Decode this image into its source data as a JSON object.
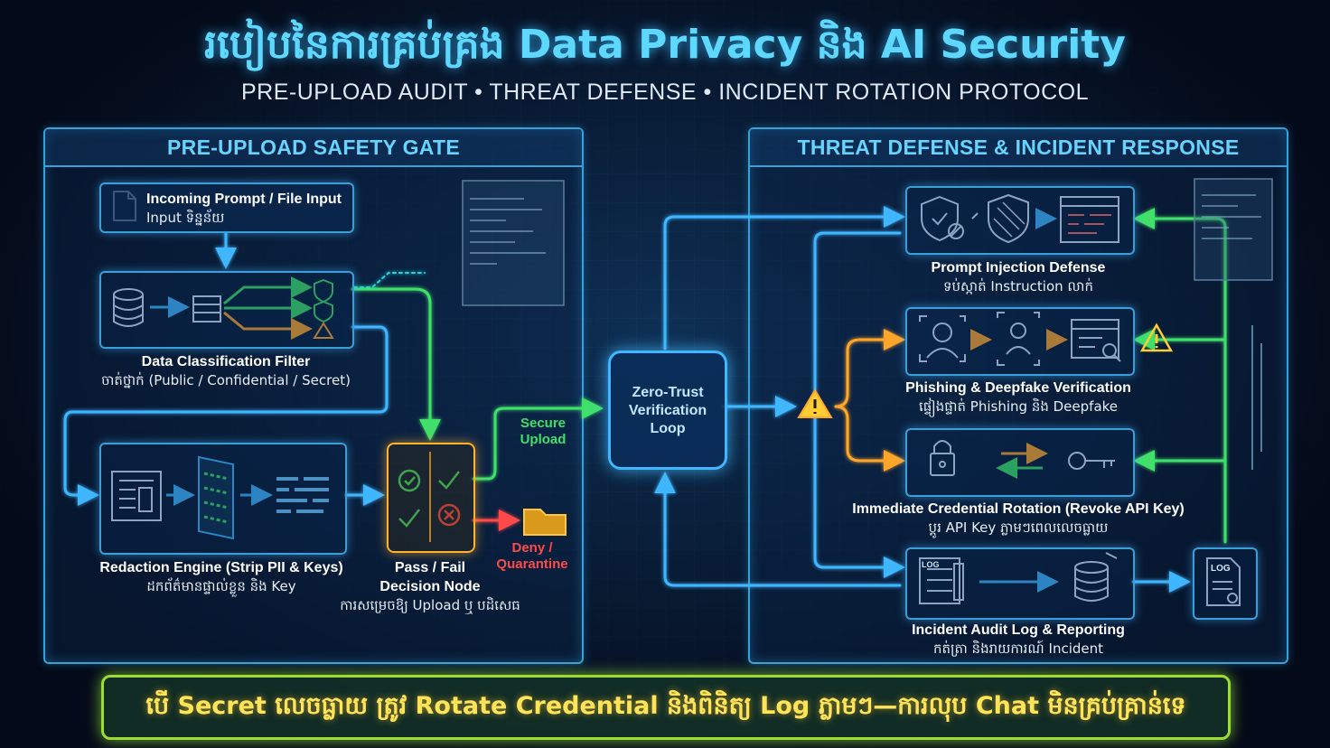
{
  "header": {
    "title": "របៀបនៃការគ្រប់គ្រង Data Privacy និង AI Security",
    "subtitle": "PRE-UPLOAD AUDIT • THREAT DEFENSE • INCIDENT ROTATION PROTOCOL"
  },
  "left_panel": {
    "title": "PRE-UPLOAD SAFETY GATE",
    "input": {
      "title": "Incoming Prompt / File Input",
      "subtitle": "Input ទិន្នន័យ"
    },
    "filter": {
      "title": "Data Classification Filter",
      "subtitle": "ចាត់ថ្នាក់ (Public / Confidential / Secret)"
    },
    "redaction": {
      "title": "Redaction Engine (Strip PII & Keys)",
      "subtitle": "ដកព័ត៌មានផ្ទាល់ខ្លួន និង Key"
    },
    "decision": {
      "title1": "Pass / Fail",
      "title2": "Decision Node",
      "subtitle": "ការសម្រេចឱ្យ Upload ឬ បដិសេធ"
    },
    "secure_label": "Secure\nUpload",
    "deny_label": "Deny /\nQuarantine"
  },
  "center": {
    "zero_trust": "Zero-Trust\nVerification\nLoop"
  },
  "right_panel": {
    "title": "THREAT DEFENSE & INCIDENT RESPONSE",
    "injection": {
      "title": "Prompt Injection Defense",
      "subtitle": "ទប់ស្កាត់ Instruction លាក់"
    },
    "phishing": {
      "title": "Phishing & Deepfake Verification",
      "subtitle": "ផ្ទៀងផ្ទាត់ Phishing និង Deepfake"
    },
    "rotation": {
      "title": "Immediate Credential Rotation (Revoke API Key)",
      "subtitle": "ប្ដូរ API Key ភ្លាមៗពេលលេចធ្លាយ"
    },
    "audit": {
      "title": "Incident Audit Log & Reporting",
      "subtitle": "កត់ត្រា និងរាយការណ៍ Incident"
    },
    "log_label_1": "LOG",
    "log_label_2": "LOG"
  },
  "banner": {
    "text": "បើ Secret លេចធ្លាយ ត្រូវ Rotate Credential និងពិនិត្យ Log ភ្លាមៗ—ការលុប Chat មិនគ្រប់គ្រាន់ទេ"
  },
  "colors": {
    "blue": "#3aa0d8",
    "green": "#3fe06a",
    "orange": "#ffa62b",
    "red": "#ff4a4a",
    "yellow": "#ffe45a"
  }
}
